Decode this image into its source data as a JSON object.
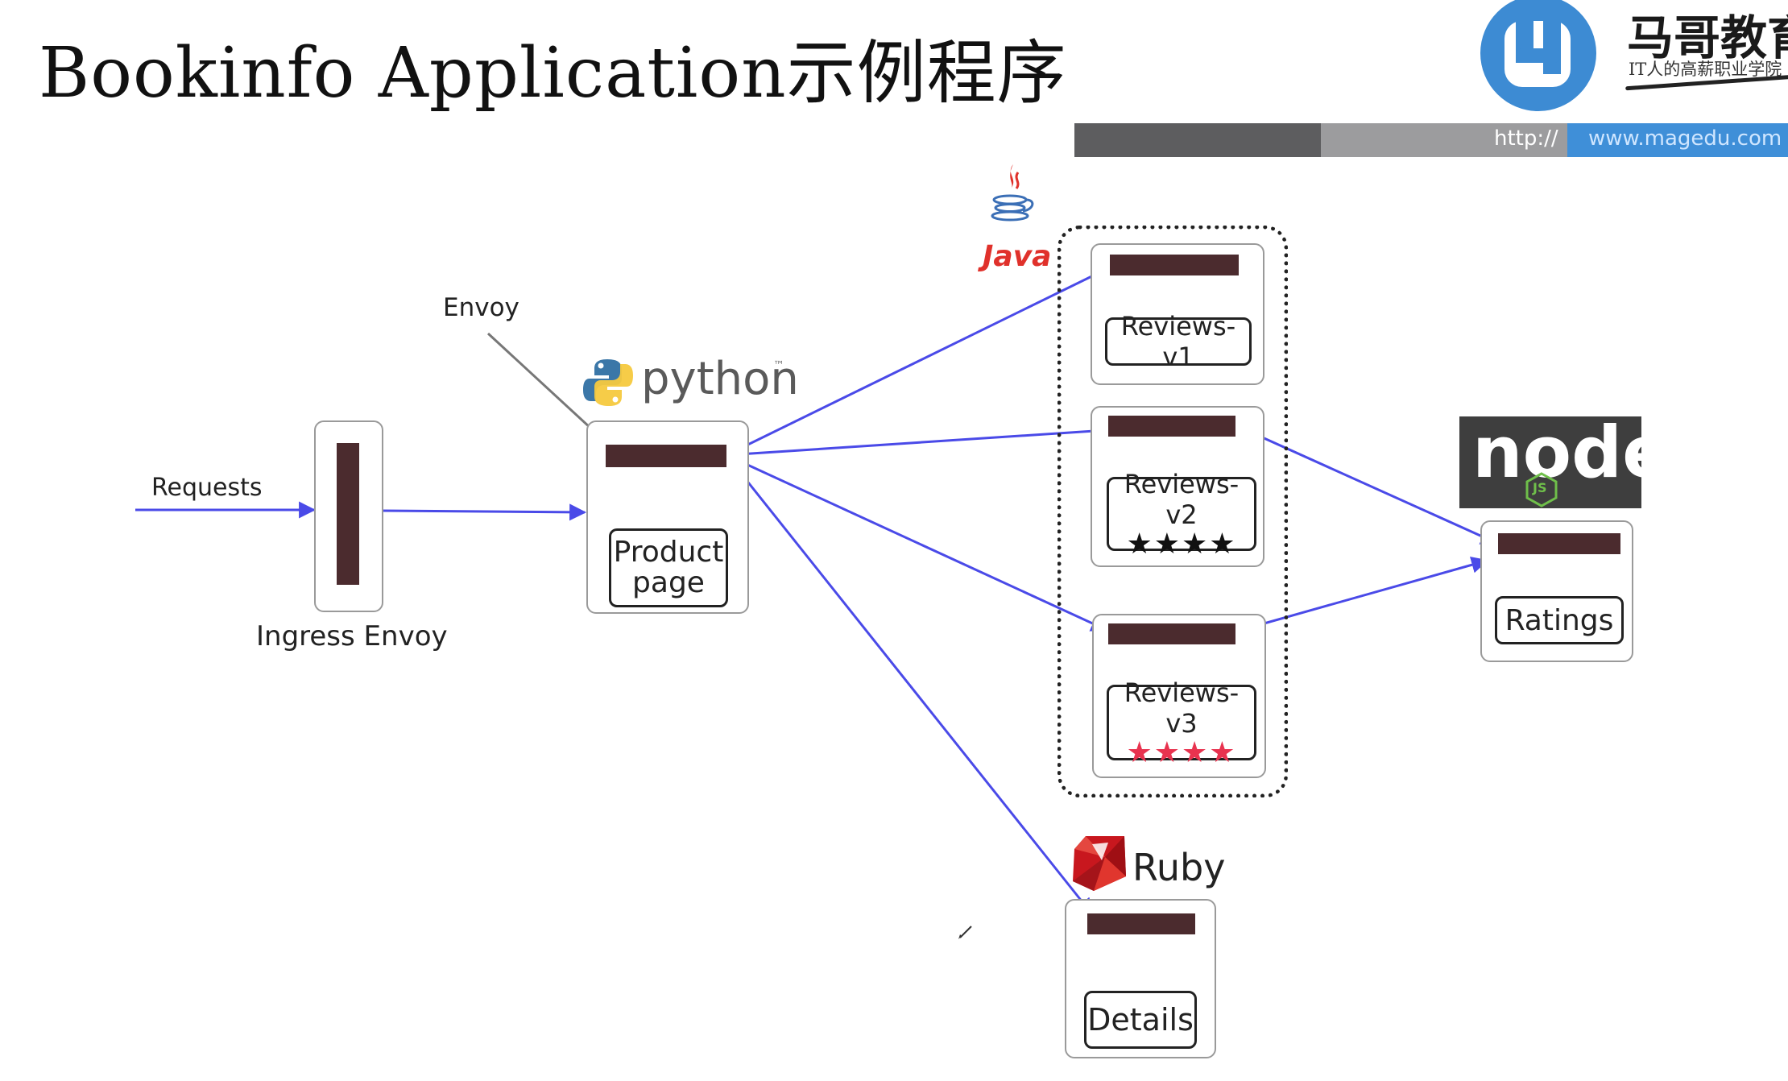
{
  "header": {
    "title": "Bookinfo Application示例程序",
    "brand_name": "马哥教育",
    "brand_tagline": "IT人的高薪职业学院",
    "url_prefix": "http://",
    "url": "www.magedu.com",
    "colors": {
      "url_dark": "#5d5d5f",
      "url_mid": "#9c9c9e",
      "url_accent": "#3f8fd8",
      "logo_blue": "#3d8bd3"
    }
  },
  "diagram": {
    "requests_label": "Requests",
    "envoy_label": "Envoy",
    "ingress_label": "Ingress Envoy",
    "python_label": "python",
    "python_tm": "™",
    "java_label": "Java",
    "ruby_label": "Ruby",
    "node_label": "node",
    "node_js_label": "JS",
    "services": {
      "productpage_line1": "Product",
      "productpage_line2": "page",
      "reviews_v1": "Reviews-v1",
      "reviews_v2": "Reviews-v2",
      "reviews_v3": "Reviews-v3",
      "ratings": "Ratings",
      "details": "Details"
    },
    "stars_v2": "★★★★",
    "stars_v3": "★★★★",
    "colors": {
      "arrow": "#4a4ae8",
      "sidecar": "#4b2b2e",
      "stars_v2": "#111111",
      "stars_v3": "#e8334f"
    }
  }
}
